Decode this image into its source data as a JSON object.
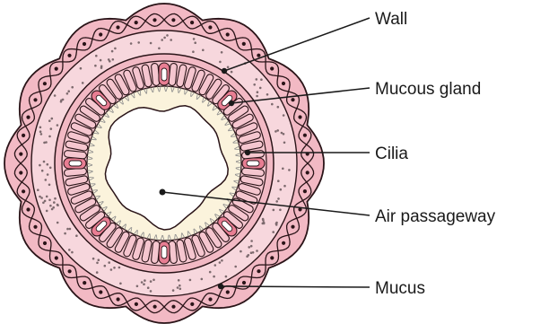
{
  "diagram": {
    "labels": [
      {
        "key": "wall",
        "text": "Wall"
      },
      {
        "key": "gland",
        "text": "Mucous gland"
      },
      {
        "key": "cilia",
        "text": "Cilia"
      },
      {
        "key": "air",
        "text": "Air passageway"
      },
      {
        "key": "mucus",
        "text": "Mucus"
      }
    ],
    "colors": {
      "outline": "#2a1418",
      "wall_pink": "#f2b9c4",
      "wall_light": "#f7d7dd",
      "cell_pink": "#f5c6cf",
      "nucleus": "#e87e93",
      "mucus_layer": "#fbf3dc",
      "cilia": "#8a8a8a",
      "label": "#1a1a1a"
    }
  }
}
